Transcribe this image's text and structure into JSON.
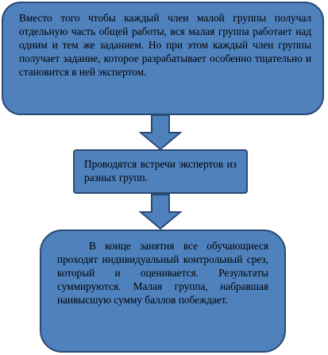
{
  "diagram": {
    "steps": [
      {
        "text": "Вместо того чтобы каждый член малой группы получал отдельную часть общей работы, вся малая группа работает над одним и тем же заданием. Но при этом каждый член группы получает задание, которое разрабатывает особенно тщательно и становится в ней экспертом."
      },
      {
        "text": "Проводятся встречи экспертов из разных групп."
      },
      {
        "text": "В конце занятия все обучающиеся проходят индивидуальный контрольный срез, который и оценивается. Результаты суммируются. Малая группа, набравшая наивысшую сумму баллов побеждает."
      }
    ],
    "colors": {
      "box_fill": "#4f81bd",
      "box_border": "#2b4a73",
      "text": "#000000"
    },
    "connector_icon": "down-arrow-icon"
  }
}
